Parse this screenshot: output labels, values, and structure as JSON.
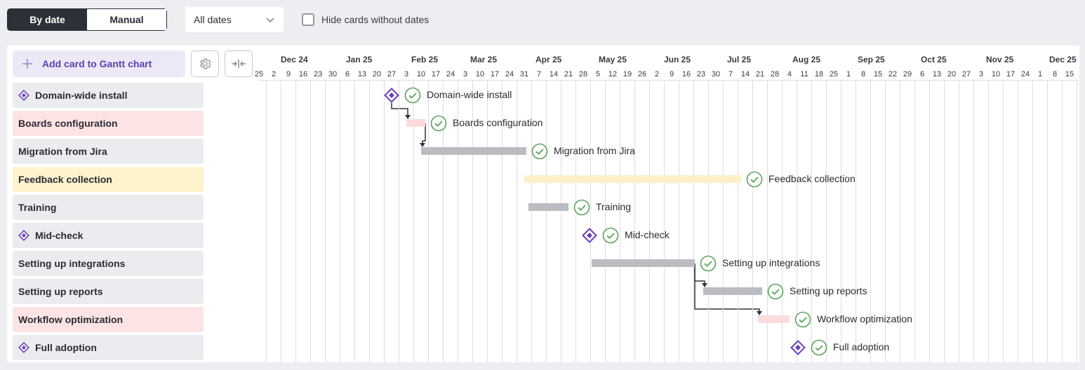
{
  "toolbar": {
    "mode_by_date": "By date",
    "mode_manual": "Manual",
    "dates_filter": "All dates",
    "hide_cards_label": "Hide cards without dates"
  },
  "sidebar": {
    "add_card_label": "Add card to Gantt chart",
    "cards": [
      {
        "label": "Domain-wide install",
        "milestone": true,
        "color": "gray"
      },
      {
        "label": "Boards configuration",
        "milestone": false,
        "color": "pink"
      },
      {
        "label": "Migration from Jira",
        "milestone": false,
        "color": "gray"
      },
      {
        "label": "Feedback collection",
        "milestone": false,
        "color": "yellow"
      },
      {
        "label": "Training",
        "milestone": false,
        "color": "gray"
      },
      {
        "label": "Mid-check",
        "milestone": true,
        "color": "gray"
      },
      {
        "label": "Setting up integrations",
        "milestone": false,
        "color": "gray"
      },
      {
        "label": "Setting up reports",
        "milestone": false,
        "color": "gray"
      },
      {
        "label": "Workflow optimization",
        "milestone": false,
        "color": "pink"
      },
      {
        "label": "Full adoption",
        "milestone": true,
        "color": "gray"
      }
    ]
  },
  "timeline": {
    "months": [
      "Dec 24",
      "Jan 25",
      "Feb 25",
      "Mar 25",
      "Apr 25",
      "May 25",
      "Jun 25",
      "Jul 25",
      "Aug 25",
      "Sep 25",
      "Oct 25",
      "Nov 25",
      "Dec 25"
    ],
    "days": [
      "25",
      "2",
      "9",
      "16",
      "23",
      "30",
      "6",
      "13",
      "20",
      "27",
      "3",
      "10",
      "17",
      "24",
      "3",
      "10",
      "17",
      "24",
      "31",
      "7",
      "14",
      "21",
      "28",
      "5",
      "12",
      "19",
      "26",
      "2",
      "9",
      "16",
      "23",
      "30",
      "7",
      "14",
      "21",
      "28",
      "4",
      "11",
      "18",
      "25",
      "1",
      "8",
      "15",
      "22",
      "29",
      "6",
      "13",
      "20",
      "27",
      "3",
      "10",
      "17",
      "24",
      "1",
      "8",
      "15"
    ]
  },
  "tasks": [
    {
      "label": "Domain-wide install",
      "type": "milestone",
      "color": "gray",
      "start": "2025-01-27",
      "done": true
    },
    {
      "label": "Boards configuration",
      "type": "task",
      "color": "pink",
      "start": "2025-02-03",
      "end": "2025-02-12",
      "done": true
    },
    {
      "label": "Migration from Jira",
      "type": "task",
      "color": "gray",
      "start": "2025-02-10",
      "end": "2025-04-01",
      "done": true
    },
    {
      "label": "Feedback collection",
      "type": "task",
      "color": "yellow",
      "start": "2025-03-31",
      "end": "2025-07-12",
      "done": true
    },
    {
      "label": "Training",
      "type": "task",
      "color": "gray",
      "start": "2025-04-02",
      "end": "2025-04-21",
      "done": true
    },
    {
      "label": "Mid-check",
      "type": "milestone",
      "color": "gray",
      "start": "2025-05-01",
      "done": true
    },
    {
      "label": "Setting up integrations",
      "type": "task",
      "color": "gray",
      "start": "2025-05-02",
      "end": "2025-06-20",
      "done": true
    },
    {
      "label": "Setting up reports",
      "type": "task",
      "color": "gray",
      "start": "2025-06-24",
      "end": "2025-07-22",
      "done": true
    },
    {
      "label": "Workflow optimization",
      "type": "task",
      "color": "pink",
      "start": "2025-07-20",
      "end": "2025-08-04",
      "done": true
    },
    {
      "label": "Full adoption",
      "type": "milestone",
      "color": "gray",
      "start": "2025-08-08",
      "done": true
    }
  ],
  "colors": {
    "accent": "#5c3fb0",
    "milestone": "#6a40b8",
    "check": "#5aa35a",
    "bar_gray": "#bbbcc2",
    "bar_pink": "#fbdcdc",
    "bar_yellow": "#fcf1c6"
  },
  "icons": {
    "add": "plus-icon",
    "settings": "gear-icon",
    "collapse": "collapse-arrows-icon",
    "milestone": "diamond-icon",
    "done": "check-circle-icon",
    "dropdown": "chevron-down-icon"
  }
}
